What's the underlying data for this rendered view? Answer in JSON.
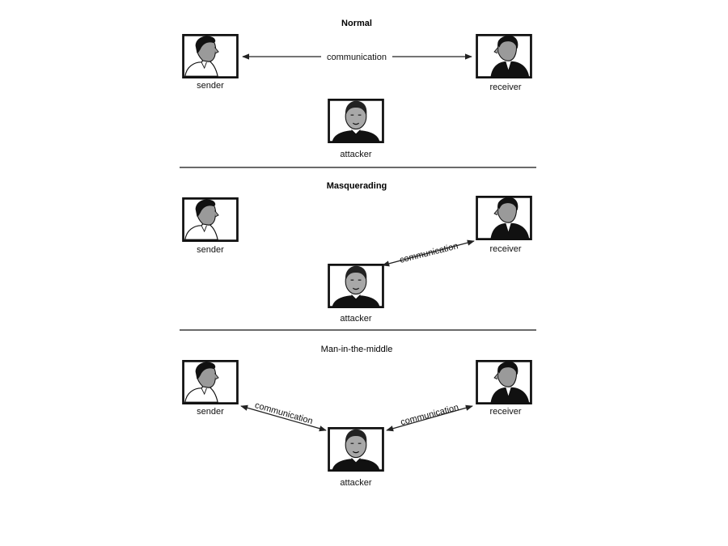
{
  "panels": [
    {
      "id": "normal",
      "title": "Normal",
      "title_bold": true,
      "sender_label": "sender",
      "receiver_label": "receiver",
      "attacker_label": "attacker",
      "link_labels": {
        "sender_receiver": "communication"
      }
    },
    {
      "id": "masquerading",
      "title": "Masquerading",
      "title_bold": true,
      "sender_label": "sender",
      "receiver_label": "receiver",
      "attacker_label": "attacker",
      "link_labels": {
        "attacker_receiver": "communication"
      }
    },
    {
      "id": "man-in-the-middle",
      "title": "Man-in-the-middle",
      "title_bold": false,
      "sender_label": "sender",
      "receiver_label": "receiver",
      "attacker_label": "attacker",
      "link_labels": {
        "sender_attacker": "communication",
        "attacker_receiver": "communication"
      }
    }
  ],
  "colors": {
    "ink": "#111111",
    "shade": "#8a8a8a",
    "background": "#ffffff"
  }
}
